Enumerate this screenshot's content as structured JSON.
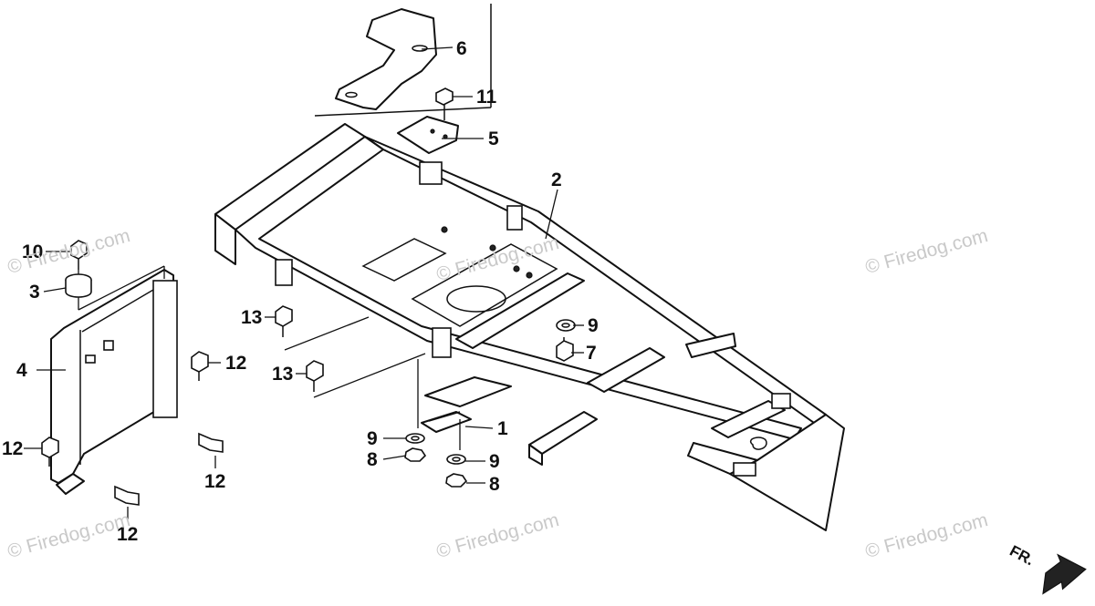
{
  "diagram": {
    "callouts": [
      {
        "id": "c1",
        "label": "1"
      },
      {
        "id": "c2",
        "label": "2"
      },
      {
        "id": "c3",
        "label": "3"
      },
      {
        "id": "c4",
        "label": "4"
      },
      {
        "id": "c5",
        "label": "5"
      },
      {
        "id": "c6",
        "label": "6"
      },
      {
        "id": "c7",
        "label": "7"
      },
      {
        "id": "c8a",
        "label": "8"
      },
      {
        "id": "c8b",
        "label": "8"
      },
      {
        "id": "c9a",
        "label": "9"
      },
      {
        "id": "c9b",
        "label": "9"
      },
      {
        "id": "c9c",
        "label": "9"
      },
      {
        "id": "c10",
        "label": "10"
      },
      {
        "id": "c11",
        "label": "11"
      },
      {
        "id": "c12a",
        "label": "12"
      },
      {
        "id": "c12b",
        "label": "12"
      },
      {
        "id": "c12c",
        "label": "12"
      },
      {
        "id": "c12d",
        "label": "12"
      },
      {
        "id": "c13a",
        "label": "13"
      },
      {
        "id": "c13b",
        "label": "13"
      }
    ],
    "watermark": "© Firedog.com",
    "direction_label": "FR."
  },
  "colors": {
    "ink": "#111111",
    "watermark": "#c9c9c9",
    "background": "#ffffff"
  }
}
